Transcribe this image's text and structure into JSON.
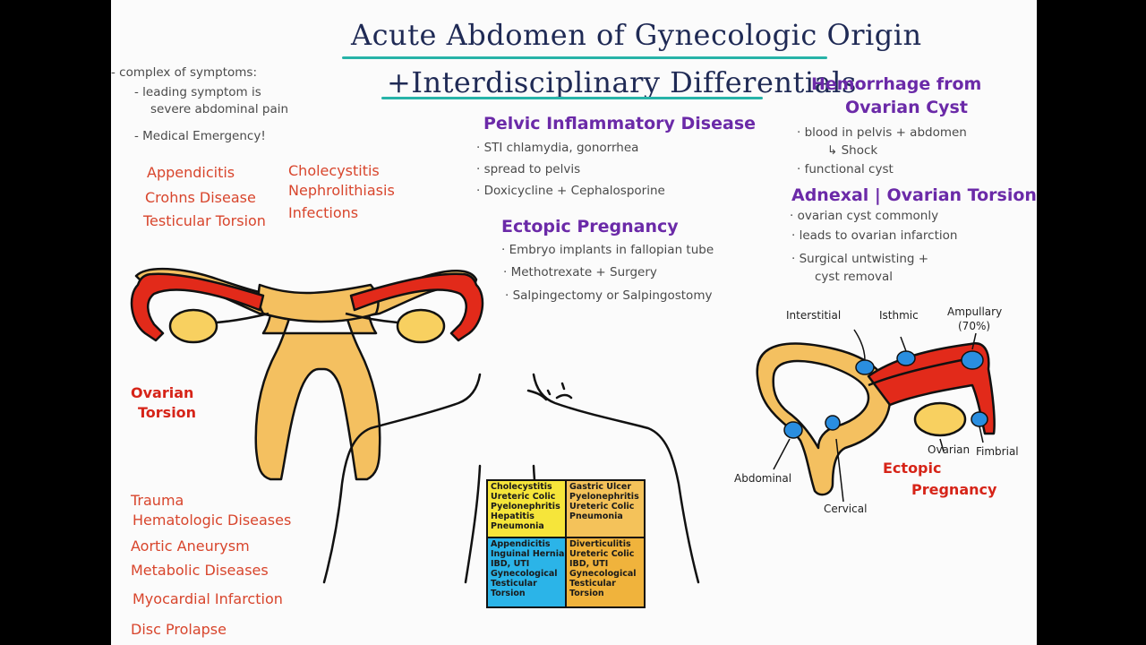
{
  "title": {
    "line1": "Acute Abdomen of Gynecologic Origin",
    "line2": "+Interdisciplinary Differentials"
  },
  "intro": [
    "- complex of symptoms:",
    "- leading symptom is",
    "severe abdominal pain",
    "- Medical Emergency!"
  ],
  "diff_left": [
    "Appendicitis",
    "Crohns Disease",
    "Testicular Torsion"
  ],
  "diff_right": [
    "Cholecystitis",
    "Nephrolithiasis",
    "Infections"
  ],
  "pid": {
    "heading": "Pelvic Inflammatory Disease",
    "items": [
      "· STI chlamydia, gonorrhea",
      "· spread to pelvis",
      "· Doxicycline + Cephalosporine"
    ]
  },
  "ectopic": {
    "heading": "Ectopic Pregnancy",
    "items": [
      "· Embryo implants in fallopian tube",
      "· Methotrexate + Surgery",
      "· Salpingectomy or Salpingostomy"
    ]
  },
  "hemorrhage": {
    "heading1": "Hemorrhage from",
    "heading2": "Ovarian Cyst",
    "items": [
      "· blood in pelvis + abdomen",
      "↳ Shock",
      "· functional cyst"
    ]
  },
  "torsion": {
    "heading": "Adnexal | Ovarian Torsion",
    "items": [
      "· ovarian cyst commonly",
      "· leads to ovarian infarction",
      "· Surgical untwisting +",
      "cyst removal"
    ]
  },
  "labels": {
    "ovarian_torsion_1": "Ovarian",
    "ovarian_torsion_2": "Torsion",
    "ectopic_1": "Ectopic",
    "ectopic_2": "Pregnancy"
  },
  "quadrants": {
    "ruq": "Cholecystitis\nUreteric Colic\nPyelonephritis\nHepatitis\nPneumonia",
    "luq": "Gastric Ulcer\nPyelonephritis\nUreteric Colic\nPneumonia",
    "rlq": "Appendicitis\nInguinal Hernia\nIBD, UTI\nGynecological\nTesticular\nTorsion",
    "llq": "Diverticulitis\nUreteric Colic\nIBD, UTI\nGynecological\nTesticular\nTorsion"
  },
  "others": [
    "Trauma",
    "Hematologic Diseases",
    "Aortic Aneurysm",
    "Metabolic Diseases",
    "Myocardial Infarction",
    "Disc Prolapse"
  ],
  "tube_labels": {
    "interstitial": "Interstitial",
    "isthmic": "Isthmic",
    "ampullary": "Ampullary",
    "ampullary_pct": "(70%)",
    "ovarian": "Ovarian",
    "fimbrial": "Fimbrial",
    "abdominal": "Abdominal",
    "cervical": "Cervical"
  },
  "colors": {
    "title_ink": "#1f2a55",
    "underline": "#27b3a8",
    "heading_purple": "#6b2aa8",
    "differential_red": "#d8452c",
    "ruq_fill": "#f6e53a",
    "luq_fill": "#f4c25a",
    "rlq_fill": "#2bb4e8",
    "llq_fill": "#f0b33c"
  }
}
